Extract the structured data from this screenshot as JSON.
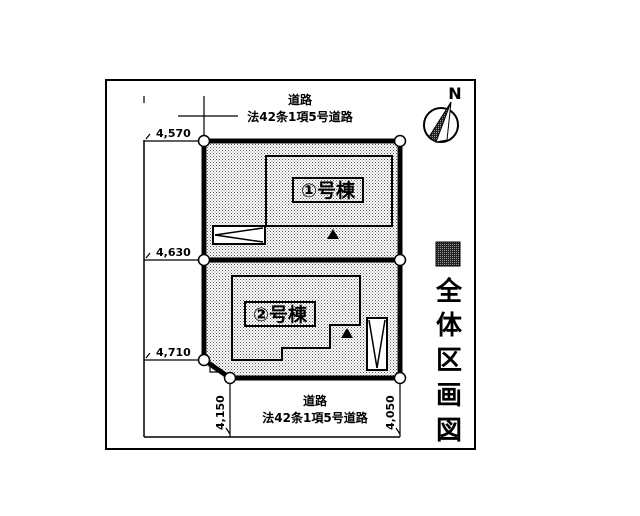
{
  "diagram": {
    "title": "全体区画図",
    "title_chars": [
      "全",
      "体",
      "区",
      "画",
      "図"
    ],
    "north_label": "N",
    "road_top": {
      "line1": "道路",
      "line2": "法42条1項5号道路"
    },
    "road_bottom": {
      "line1": "道路",
      "line2": "法42条1項5号道路"
    },
    "dimensions": {
      "left_top": "4,570",
      "left_middle": "4,630",
      "left_bottom": "4,710",
      "bottom_left": "4,150",
      "bottom_right": "4,050"
    },
    "lots": [
      {
        "id": 1,
        "label": "①号棟",
        "parking_orientation": "horizontal"
      },
      {
        "id": 2,
        "label": "②号棟",
        "parking_orientation": "vertical"
      }
    ],
    "colors": {
      "line": "#000000",
      "lot_fill": "#d9d9d9",
      "background": "#ffffff"
    }
  }
}
